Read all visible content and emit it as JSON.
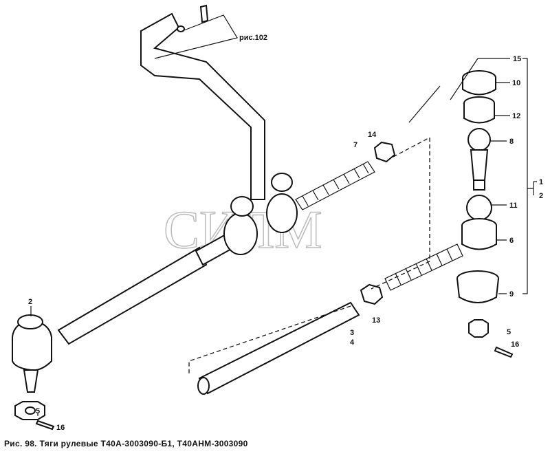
{
  "figure": {
    "caption": "Рис. 98. Тяги рулевые Т40А-3003090-Б1, Т40АНМ-3003090",
    "reference": "рис.102",
    "watermark": "СИЛМ"
  },
  "callouts": {
    "c15": "15",
    "c10": "10",
    "c12": "12",
    "c8": "8",
    "c11": "11",
    "c6": "6",
    "c9": "9",
    "c1": "1",
    "c2": "2",
    "c14": "14",
    "c7": "7",
    "c13": "13",
    "c3": "3",
    "c4": "4",
    "c2left": "2",
    "c5left": "5",
    "c16left": "16",
    "c5right": "5",
    "c16right": "16"
  }
}
